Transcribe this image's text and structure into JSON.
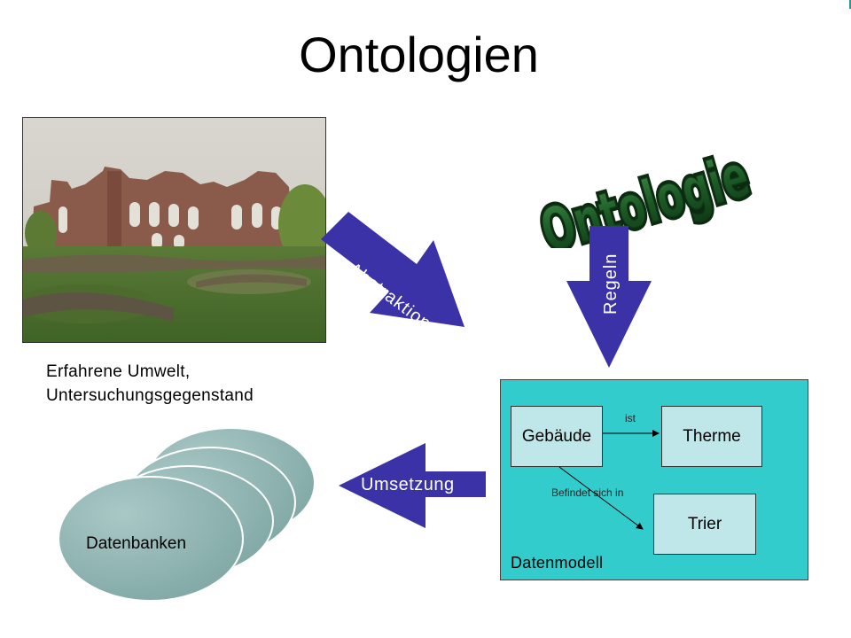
{
  "title": "Ontologien",
  "photo_caption_line1": "Erfahrene Umwelt,",
  "photo_caption_line2": "Untersuchungsgegenstand",
  "wordart_text": "Ontologie",
  "arrows": {
    "abstraktion": "Abstraktion",
    "regeln": "Regeln",
    "umsetzung": "Umsetzung"
  },
  "datenmodell": {
    "label": "Datenmodell",
    "entities": {
      "gebaeude": "Gebäude",
      "therme": "Therme",
      "trier": "Trier"
    },
    "relations": {
      "ist": "ist",
      "befindet": "Befindet sich in"
    }
  },
  "databases_label": "Datenbanken",
  "colors": {
    "arrow": "#3a32a6",
    "datenmodell_bg": "#33cccc",
    "entity_bg": "#bfe6e8",
    "db_disc": "#8fb5b3",
    "wordart": "#1f6e2a"
  }
}
